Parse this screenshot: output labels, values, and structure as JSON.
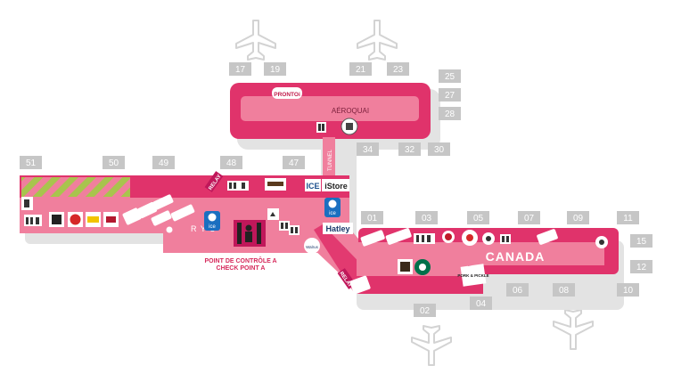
{
  "gates": {
    "g17": "17",
    "g19": "19",
    "g21": "21",
    "g23": "23",
    "g25": "25",
    "g27": "27",
    "g28": "28",
    "g34": "34",
    "g32": "32",
    "g30": "30",
    "g51": "51",
    "g50": "50",
    "g49": "49",
    "g48": "48",
    "g47": "47",
    "g01": "01",
    "g03": "03",
    "g05": "05",
    "g07": "07",
    "g09": "09",
    "g11": "11",
    "g15": "15",
    "g12": "12",
    "g10": "10",
    "g08": "08",
    "g06": "06",
    "g04": "04",
    "g02": "02"
  },
  "labels": {
    "aeroquai": "AÉROQUAI",
    "tunnel": "TUNNEL",
    "canada": "CANADA",
    "checkpoint_fr": "POINT DE CONTRÔLE A",
    "checkpoint_en": "CHECK POINT A"
  },
  "shops": {
    "prontoi": "PRONTOi",
    "istore": "iStore",
    "hatley": "Hatley",
    "ryu": "R Y Ū",
    "ice": "ice",
    "ice_brand": "ICE",
    "relay": "RELAY",
    "walrus": "Walrus",
    "pork_pickle": "PORK & PICKLE"
  },
  "colors": {
    "concourse": "#e0336b",
    "concourse_light": "#f07f9d",
    "gate_box": "#c6c6c6",
    "floor_shadow": "#e3e3e3",
    "plane": "#d3d3d3",
    "construction": "#a8c44d"
  }
}
